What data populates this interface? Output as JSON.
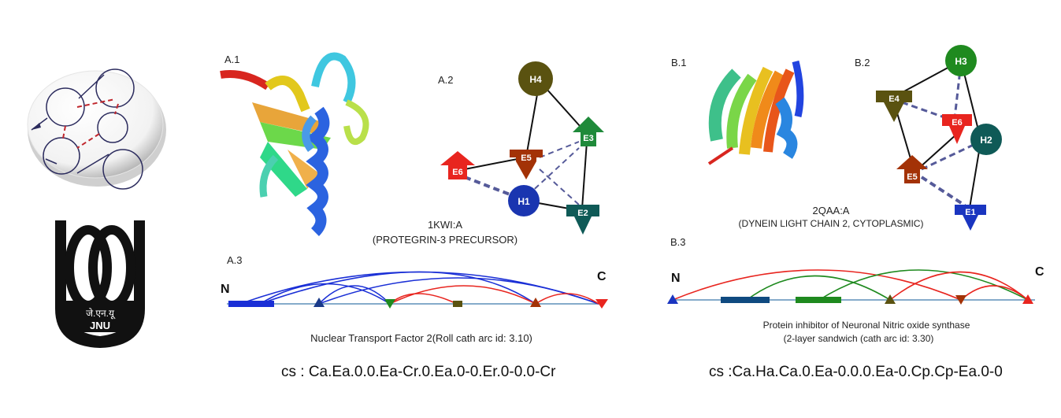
{
  "panels": {
    "a1": "A.1",
    "a2": "A.2",
    "a3": "A.3",
    "b1": "B.1",
    "b2": "B.2",
    "b3": "B.3"
  },
  "protein_a": {
    "id": "1KWI:A",
    "name": "(PROTEGRIN-3 PRECURSOR)",
    "fold": "Nuclear Transport Factor 2(Roll cath arc id: 3.10)",
    "cs": "cs : Ca.Ea.0.0.Ea-Cr.0.Ea.0-0.Er.0-0.0-Cr"
  },
  "protein_b": {
    "id": "2QAA:A",
    "name": "(DYNEIN LIGHT CHAIN 2, CYTOPLASMIC)",
    "fold_line1": "Protein inhibitor of Neuronal Nitric oxide synthase",
    "fold_line2": "(2-layer sandwich (cath arc id: 3.30)",
    "cs": "cs :Ca.Ha.Ca.0.Ea-0.0.0.Ea-0.Cp.Cp-Ea.0-0"
  },
  "graph_a_nodes": {
    "h4": "H4",
    "e3": "E3",
    "e5": "E5",
    "e6": "E6",
    "h1": "H1",
    "e2": "E2"
  },
  "graph_b_nodes": {
    "h3": "H3",
    "e4": "E4",
    "e6": "E6",
    "h2": "H2",
    "e5": "E5",
    "e1": "E1"
  },
  "termini": {
    "n": "N",
    "c": "C"
  },
  "logo": {
    "text_top": "जे.एन.यू",
    "text_bottom": "JNU"
  },
  "colors": {
    "blue": "#1a2fd6",
    "red": "#e8251f",
    "green": "#1f8a1f",
    "olive": "#5a5210",
    "teal": "#0f5a57",
    "brown": "#a33206"
  }
}
